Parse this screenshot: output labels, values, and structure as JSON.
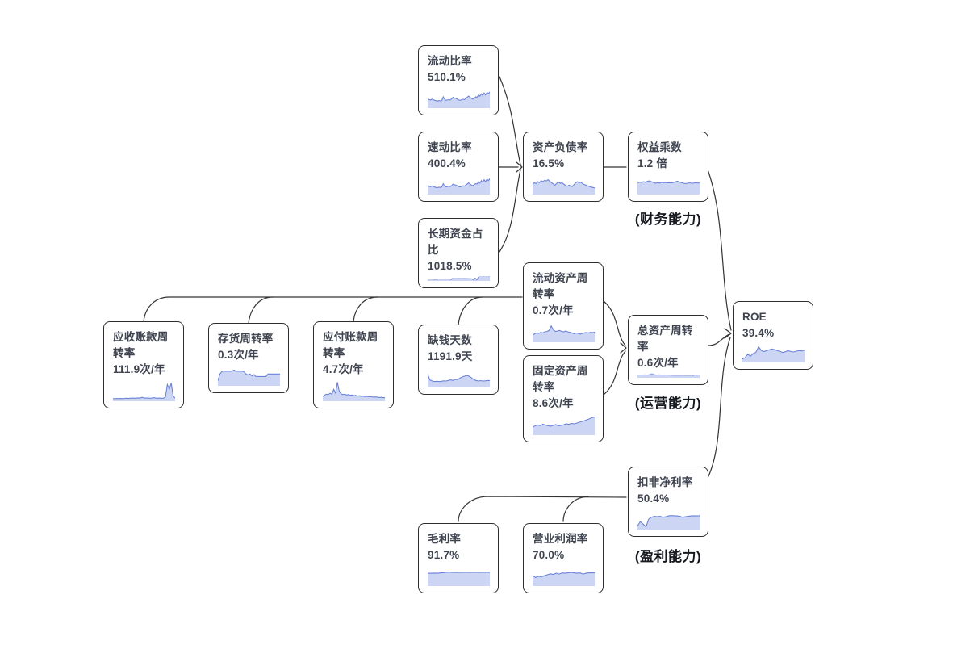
{
  "colors": {
    "background": "#ffffff",
    "card_border": "#2e2e2e",
    "text": "#3f4450",
    "spark_line": "#6b82d6",
    "spark_fill": "#c9d4f3",
    "connector": "#333333",
    "group_label": "#16191f"
  },
  "nodes": [
    {
      "id": "current-ratio",
      "title": "流动比率",
      "value": "510.1%",
      "spark": [
        0.42,
        0.38,
        0.36,
        0.4,
        0.37,
        0.34,
        0.32,
        0.3,
        0.33,
        0.31,
        0.34,
        0.52,
        0.4,
        0.34,
        0.36,
        0.38,
        0.36,
        0.42,
        0.5,
        0.46,
        0.44,
        0.4,
        0.36,
        0.34,
        0.37,
        0.4,
        0.38,
        0.44,
        0.5,
        0.56,
        0.5,
        0.44,
        0.4,
        0.46,
        0.52,
        0.5,
        0.62,
        0.55,
        0.68,
        0.58,
        0.72,
        0.62,
        0.75,
        0.68,
        0.78
      ]
    },
    {
      "id": "quick-ratio",
      "title": "速动比率",
      "value": "400.4%",
      "spark": [
        0.4,
        0.36,
        0.34,
        0.38,
        0.35,
        0.32,
        0.3,
        0.29,
        0.32,
        0.3,
        0.33,
        0.5,
        0.38,
        0.33,
        0.35,
        0.37,
        0.35,
        0.4,
        0.48,
        0.44,
        0.42,
        0.38,
        0.35,
        0.33,
        0.36,
        0.39,
        0.37,
        0.43,
        0.48,
        0.54,
        0.48,
        0.42,
        0.39,
        0.45,
        0.5,
        0.48,
        0.6,
        0.53,
        0.66,
        0.56,
        0.7,
        0.6,
        0.73,
        0.66,
        0.76
      ]
    },
    {
      "id": "long-term-capital-ratio",
      "title": "长期资金占比",
      "value": "1018.5%",
      "spark": [
        0.1,
        0.1,
        0.11,
        0.1,
        0.1,
        0.28,
        0.1,
        0.1,
        0.1,
        0.1,
        0.1,
        0.1,
        0.1,
        0.1,
        0.1,
        0.4,
        0.42,
        0.43,
        0.43,
        0.44,
        0.43,
        0.42,
        0.42,
        0.41,
        0.4,
        0.39,
        0.38,
        0.36,
        0.05,
        0.5,
        0.08,
        0.62,
        0.68,
        0.66,
        0.7,
        0.68,
        0.71,
        0.7,
        0.72
      ]
    },
    {
      "id": "debt-to-asset-ratio",
      "title": "资产负债率",
      "value": "16.5%",
      "spark": [
        0.45,
        0.55,
        0.5,
        0.6,
        0.55,
        0.65,
        0.6,
        0.68,
        0.64,
        0.7,
        0.62,
        0.55,
        0.48,
        0.42,
        0.52,
        0.58,
        0.52,
        0.55,
        0.48,
        0.42,
        0.36,
        0.42,
        0.38,
        0.35,
        0.45,
        0.55,
        0.6,
        0.54,
        0.58,
        0.5,
        0.45,
        0.42,
        0.38,
        0.35,
        0.32,
        0.3,
        0.28
      ]
    },
    {
      "id": "equity-multiplier",
      "title": "权益乘数",
      "value": "1.2 倍",
      "spark": [
        0.55,
        0.58,
        0.56,
        0.6,
        0.57,
        0.62,
        0.64,
        0.6,
        0.56,
        0.52,
        0.55,
        0.53,
        0.57,
        0.55,
        0.56,
        0.54,
        0.55,
        0.54,
        0.56,
        0.6,
        0.63,
        0.58,
        0.55,
        0.52,
        0.5,
        0.52,
        0.54,
        0.52,
        0.53,
        0.55,
        0.53,
        0.54
      ]
    },
    {
      "id": "current-asset-turnover",
      "title": "流动资产周转率",
      "value": "0.7次/年",
      "spark": [
        0.3,
        0.38,
        0.42,
        0.4,
        0.45,
        0.42,
        0.48,
        0.5,
        0.55,
        0.78,
        0.58,
        0.5,
        0.52,
        0.55,
        0.5,
        0.48,
        0.52,
        0.48,
        0.45,
        0.42,
        0.38,
        0.42,
        0.4,
        0.36,
        0.4,
        0.42,
        0.44,
        0.42,
        0.45,
        0.44,
        0.46
      ]
    },
    {
      "id": "fixed-asset-turnover",
      "title": "固定资产周转率",
      "value": "8.6次/年",
      "spark": [
        0.35,
        0.42,
        0.46,
        0.43,
        0.5,
        0.46,
        0.42,
        0.4,
        0.44,
        0.48,
        0.42,
        0.44,
        0.47,
        0.52,
        0.49,
        0.54,
        0.52,
        0.56,
        0.6,
        0.64,
        0.68,
        0.73,
        0.78,
        0.84,
        0.88
      ]
    },
    {
      "id": "total-asset-turnover",
      "title": "总资产周转率",
      "value": "0.6次/年",
      "spark": [
        0.42,
        0.46,
        0.44,
        0.5,
        0.46,
        0.52,
        0.68,
        0.52,
        0.46,
        0.5,
        0.46,
        0.48,
        0.44,
        0.42,
        0.36,
        0.34,
        0.3,
        0.32,
        0.3,
        0.28,
        0.3,
        0.31,
        0.3,
        0.3,
        0.4,
        0.42,
        0.42
      ]
    },
    {
      "id": "receivables-turnover",
      "title": "应收账款周转率",
      "value": "111.9次/年",
      "spark": [
        0.07,
        0.07,
        0.08,
        0.07,
        0.08,
        0.07,
        0.08,
        0.09,
        0.08,
        0.09,
        0.1,
        0.09,
        0.1,
        0.11,
        0.1,
        0.14,
        0.1,
        0.1,
        0.1,
        0.09,
        0.1,
        0.12,
        0.1,
        0.09,
        0.1,
        0.09,
        0.09,
        0.15,
        0.8,
        0.55,
        0.88,
        0.2,
        0.1
      ]
    },
    {
      "id": "inventory-turnover",
      "title": "存货周转率",
      "value": "0.3次/年",
      "spark": [
        0.2,
        0.55,
        0.68,
        0.7,
        0.69,
        0.7,
        0.69,
        0.7,
        0.75,
        0.7,
        0.69,
        0.7,
        0.69,
        0.68,
        0.55,
        0.5,
        0.55,
        0.45,
        0.52,
        0.42,
        0.42,
        0.42,
        0.42,
        0.42,
        0.42,
        0.55,
        0.55,
        0.55,
        0.55,
        0.55,
        0.55,
        0.55
      ]
    },
    {
      "id": "payables-turnover",
      "title": "应付账款周转率",
      "value": "4.7次/年",
      "spark": [
        0.18,
        0.25,
        0.3,
        0.28,
        0.35,
        0.3,
        0.55,
        0.35,
        0.92,
        0.45,
        0.32,
        0.28,
        0.3,
        0.26,
        0.28,
        0.24,
        0.26,
        0.22,
        0.24,
        0.2,
        0.22,
        0.19,
        0.2,
        0.18,
        0.19,
        0.17,
        0.18,
        0.16,
        0.15,
        0.16,
        0.14,
        0.13,
        0.14,
        0.12,
        0.12
      ]
    },
    {
      "id": "cash-gap-days",
      "title": "缺钱天数",
      "value": "1191.9天",
      "spark": [
        0.62,
        0.32,
        0.27,
        0.24,
        0.26,
        0.24,
        0.26,
        0.28,
        0.27,
        0.3,
        0.33,
        0.3,
        0.36,
        0.34,
        0.42,
        0.48,
        0.52,
        0.56,
        0.52,
        0.44,
        0.34,
        0.3,
        0.27,
        0.29,
        0.27,
        0.28,
        0.3,
        0.29
      ]
    },
    {
      "id": "gross-margin",
      "title": "毛利率",
      "value": "91.7%",
      "spark": [
        0.6,
        0.6,
        0.61,
        0.6,
        0.62,
        0.63,
        0.66,
        0.65,
        0.64,
        0.65,
        0.64,
        0.65,
        0.65,
        0.64,
        0.65,
        0.65,
        0.64,
        0.65,
        0.65,
        0.65
      ]
    },
    {
      "id": "operating-margin",
      "title": "营业利润率",
      "value": "70.0%",
      "spark": [
        0.48,
        0.38,
        0.44,
        0.42,
        0.47,
        0.52,
        0.57,
        0.54,
        0.6,
        0.56,
        0.62,
        0.6,
        0.62,
        0.64,
        0.62,
        0.6,
        0.62,
        0.56,
        0.6,
        0.62,
        0.63,
        0.62
      ]
    },
    {
      "id": "net-margin-excl-nonrecurring",
      "title": "扣非净利率",
      "value": "50.4%",
      "spark": [
        0.12,
        0.35,
        0.22,
        0.08,
        0.48,
        0.58,
        0.62,
        0.6,
        0.62,
        0.57,
        0.6,
        0.64,
        0.66,
        0.65,
        0.64,
        0.62,
        0.57,
        0.6,
        0.62,
        0.64,
        0.65,
        0.64,
        0.65
      ]
    },
    {
      "id": "roe",
      "title": "ROE",
      "value": "39.4%",
      "spark": [
        0.12,
        0.2,
        0.38,
        0.27,
        0.42,
        0.48,
        0.78,
        0.58,
        0.52,
        0.57,
        0.62,
        0.66,
        0.62,
        0.57,
        0.52,
        0.47,
        0.52,
        0.57,
        0.52,
        0.5,
        0.54,
        0.57,
        0.56,
        0.6
      ]
    }
  ],
  "group_labels": [
    {
      "id": "financial-capability",
      "text": "(财务能力)"
    },
    {
      "id": "operational-capability",
      "text": "(运营能力)"
    },
    {
      "id": "profitability",
      "text": "(盈利能力)"
    }
  ]
}
